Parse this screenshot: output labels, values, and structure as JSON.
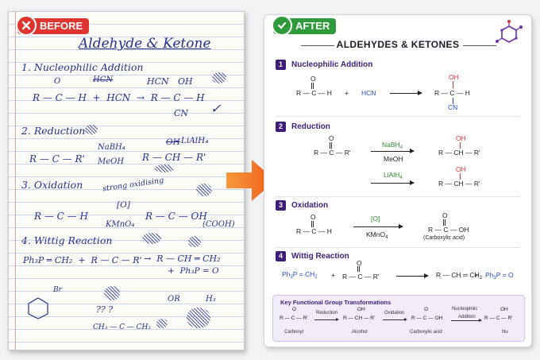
{
  "before": {
    "tag": "BEFORE",
    "title": "Aldehyde & Ketone",
    "s1": "1. Nucleophilic Addition",
    "s1_eq": "R — C — H  +  HCN  →  R — C — H",
    "s1_o": "O",
    "s1_hcn": "HCN",
    "s1_oh": "OH",
    "s1_cn": "CN",
    "s2": "2. Reduction",
    "s2_eq": "R — C — R'",
    "s2_reag1": "NaBH₄",
    "s2_reag2": "MeOH",
    "s2_prod": "R — CH — R'",
    "s2_oh": "OH",
    "s2_lialh4": "- LiAlH₄",
    "s3": "3. Oxidation",
    "s3_note": "strong oxidising",
    "s3_eq": "R — C — H",
    "s3_reag1": "[O]",
    "s3_reag2": "KMnO₄",
    "s3_prod": "R — C — OH",
    "s3_cooh": "(COOH)",
    "s4": "4. Wittig Reaction",
    "s4_eq": "Ph₃P ═ CH₂  +  R — C — R'",
    "s4_prod": "→  R — CH ═ CH₂",
    "s4_byprod": "+  Ph₃P = O",
    "s4_br": "Br",
    "s4_q": "?? ?",
    "s4_or": "OR",
    "s4_ch3": "CH₃ — C — CH₃",
    "s4_h3": "H₃"
  },
  "after": {
    "tag": "AFTER",
    "title": "ALDEHYDES & KETONES",
    "sections": [
      {
        "num": "1",
        "title": "Nucleophilic Addition"
      },
      {
        "num": "2",
        "title": "Reduction"
      },
      {
        "num": "3",
        "title": "Oxidation"
      },
      {
        "num": "4",
        "title": "Wittig Reaction"
      }
    ],
    "s1": {
      "reactant": "R — C — H",
      "o": "O",
      "plus": "+",
      "reagent": "HCN",
      "product": "R — C — H",
      "oh": "OH",
      "cn": "CN"
    },
    "s2": {
      "reactant": "R — C — R'",
      "o": "O",
      "reag1": "NaBH",
      "reag1_sub": "4",
      "reag2": "MeOH",
      "prod": "R — CH — R'",
      "oh": "OH",
      "reag3": "LiAlH",
      "reag3_sub": "4"
    },
    "s3": {
      "reactant": "R — C — H",
      "o": "O",
      "reag1": "[O]",
      "reag2": "KMnO",
      "reag2_sub": "4",
      "product": "R — C — OH",
      "product_o": "O",
      "note": "(Carboxylic acid)"
    },
    "s4": {
      "ylide": "Ph",
      "ylide_sub": "3",
      "ylide_rest": "P = CH",
      "ylide_sub2": "2",
      "plus": "+",
      "ketone": "R — C — R'",
      "ketone_o": "O",
      "product": "R — CH ═ CH",
      "product_sub": "2",
      "plus2": "+",
      "byprod": "Ph",
      "byprod_sub": "3",
      "byprod_rest": "P = O"
    },
    "summary": {
      "title": "Key Functional Group Transformations",
      "carbonyl": "R — C — R'",
      "carbonyl_lbl": "Carbonyl",
      "step1": "Reduction",
      "alcohol": "R — CH — R'",
      "alcohol_lbl": "Alcohol",
      "step2": "Oxidation",
      "acid": "R — C — OH",
      "acid_lbl": "Carboxylic acid",
      "step3a": "Nucleophilic",
      "step3b": "Addition",
      "nu": "R — C — R'",
      "nu_lbl": "Nu",
      "o": "O",
      "oh": "OH"
    }
  },
  "colors": {
    "before_tag": "#e0342f",
    "after_tag": "#2e9a3a",
    "accent": "#3f1b7a",
    "arrow": "#f26a1b"
  }
}
